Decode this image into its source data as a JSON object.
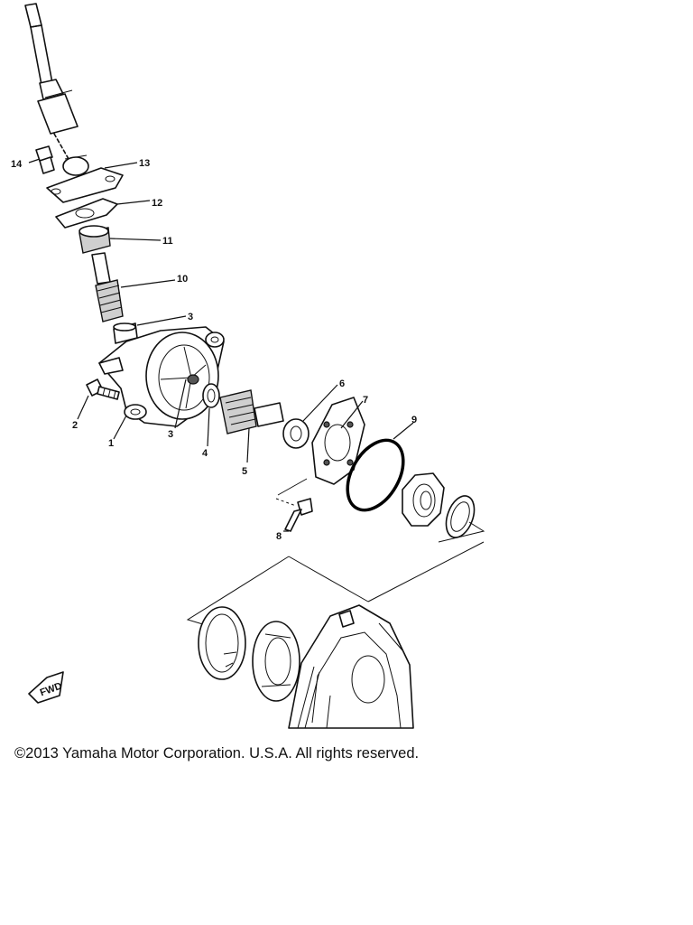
{
  "diagram": {
    "callouts": {
      "c1": "1",
      "c2": "2",
      "c3a": "3",
      "c3b": "3",
      "c4": "4",
      "c5": "5",
      "c6": "6",
      "c7": "7",
      "c8": "8",
      "c9": "9",
      "c10": "10",
      "c11": "11",
      "c12": "12",
      "c13": "13",
      "c14": "14"
    },
    "direction_arrow": "FWD"
  },
  "footer": {
    "copyright": "©2013 Yamaha Motor Corporation. U.S.A. All rights reserved."
  }
}
